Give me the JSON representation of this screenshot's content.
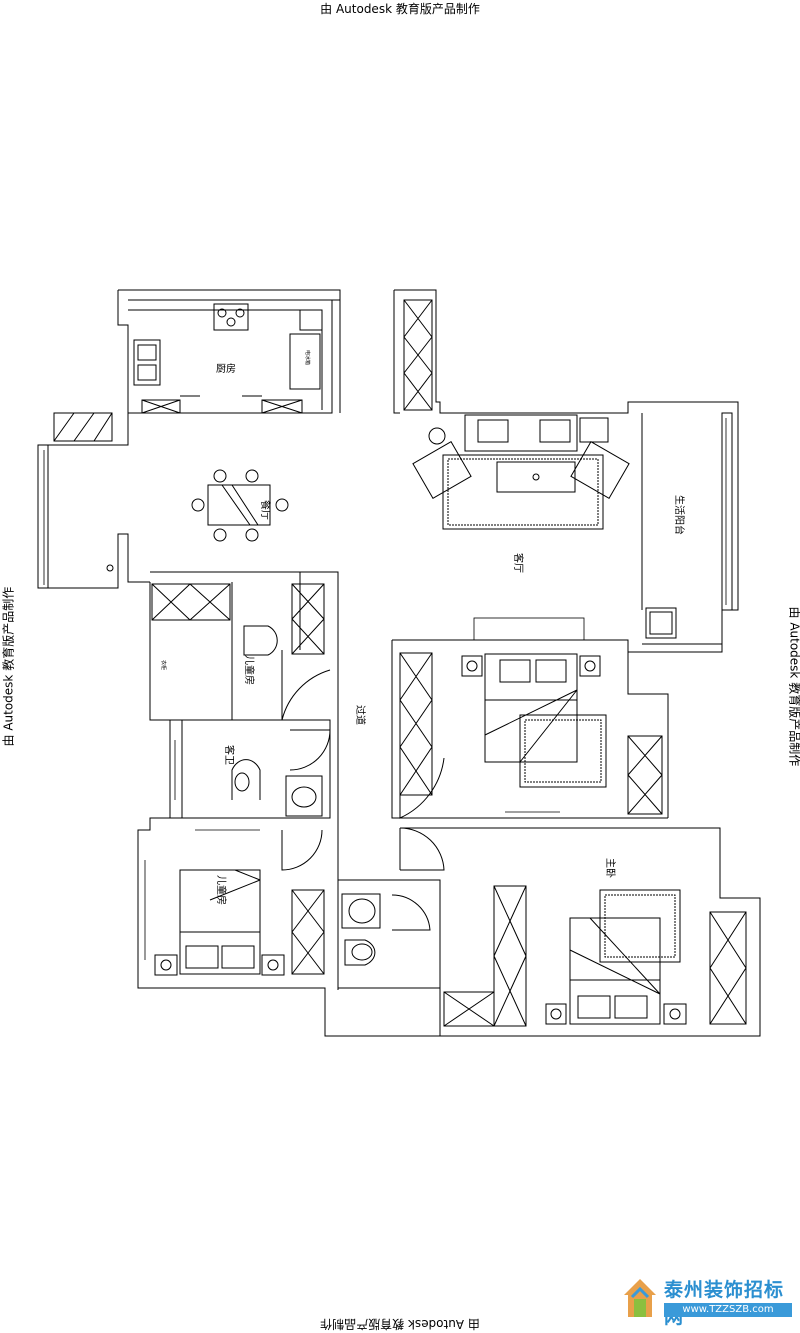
{
  "watermark": "由 Autodesk 教育版产品制作",
  "rooms": {
    "kitchen": "厨房",
    "dining": "餐厅",
    "living": "客厅",
    "balcony": "生活阳台",
    "kids_room_1": "儿童房",
    "kids_room_2": "儿童房",
    "guest_bath": "客卫",
    "corridor": "过道",
    "master_bedroom": "主卧"
  },
  "labels": {
    "fridge": "电冰箱",
    "wardrobe": "衣柜"
  },
  "logo": {
    "name": "泰州装饰招标网",
    "url": "www.TZZSZB.com"
  }
}
